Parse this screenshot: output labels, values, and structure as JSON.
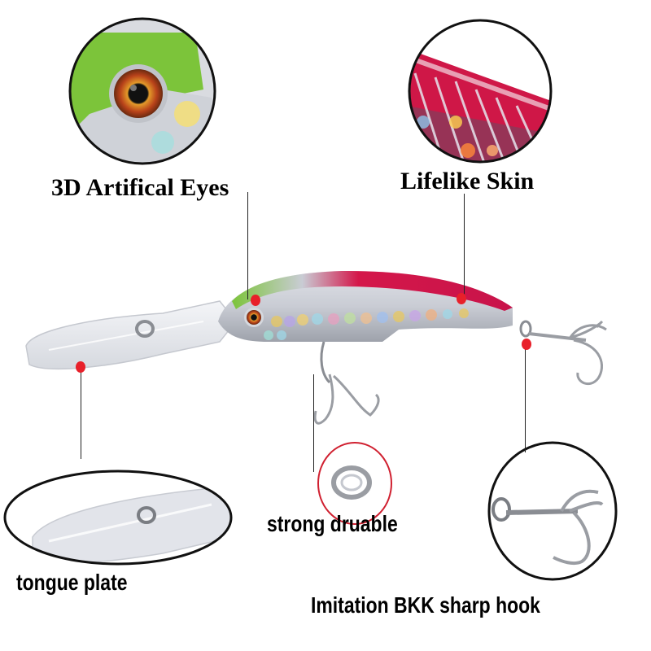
{
  "product": "Deep diving minnow fishing lure",
  "colors": {
    "callout_dot": "#e8202a",
    "circle_stroke": "#111111",
    "ring_circle_stroke": "#d02030",
    "lure_back_red": "#d4174a",
    "lure_head_green": "#7cc43a",
    "lure_body_silver": "#c8cbd2"
  },
  "callouts": [
    {
      "id": "eyes",
      "label": "3D Artifical Eyes",
      "icon": "eye-closeup-icon"
    },
    {
      "id": "skin",
      "label": "Lifelike Skin",
      "icon": "skin-closeup-icon"
    },
    {
      "id": "tongue",
      "label": "tongue plate",
      "icon": "tongue-plate-closeup-icon"
    },
    {
      "id": "ring",
      "label": "strong druable",
      "icon": "split-ring-icon"
    },
    {
      "id": "hook",
      "label": "Imitation BKK sharp hook",
      "icon": "treble-hook-closeup-icon"
    }
  ]
}
